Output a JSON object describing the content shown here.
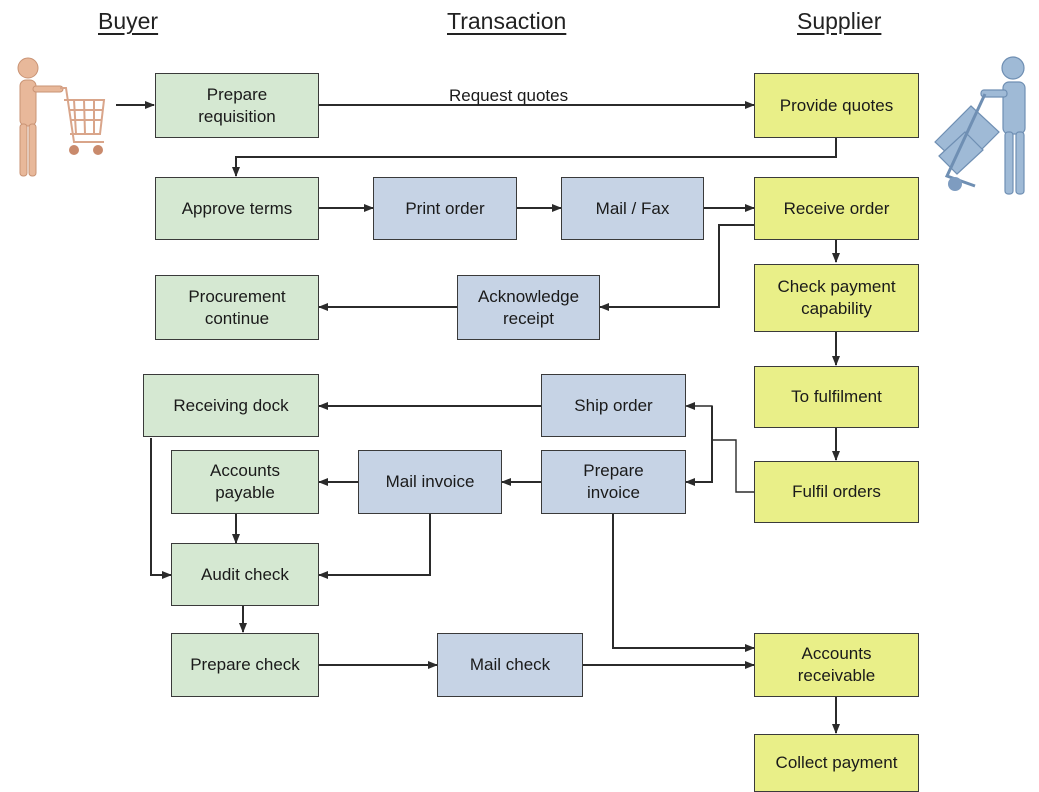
{
  "headers": {
    "buyer": "Buyer",
    "transaction": "Transaction",
    "supplier": "Supplier"
  },
  "edge_labels": {
    "request_quotes": "Request quotes"
  },
  "colors": {
    "buyer_box": "#d5e8d2",
    "transaction_box": "#c6d3e5",
    "supplier_box": "#e9ef88",
    "line": "#2b2b2b"
  },
  "nodes": {
    "prepare_requisition": "Prepare\nrequisition",
    "provide_quotes": "Provide quotes",
    "approve_terms": "Approve terms",
    "print_order": "Print order",
    "mail_fax": "Mail / Fax",
    "receive_order": "Receive order",
    "procurement_continue": "Procurement\ncontinue",
    "acknowledge_receipt": "Acknowledge\nreceipt",
    "check_payment_capability": "Check payment\ncapability",
    "receiving_dock": "Receiving dock",
    "ship_order": "Ship order",
    "to_fulfilment": "To fulfilment",
    "accounts_payable": "Accounts\npayable",
    "mail_invoice": "Mail invoice",
    "prepare_invoice": "Prepare\ninvoice",
    "fulfil_orders": "Fulfil orders",
    "audit_check": "Audit check",
    "prepare_check": "Prepare check",
    "mail_check": "Mail check",
    "accounts_receivable": "Accounts\nreceivable",
    "collect_payment": "Collect payment"
  },
  "icons": {
    "buyer": "shopping-cart-person-icon",
    "supplier": "hand-truck-delivery-person-icon"
  }
}
